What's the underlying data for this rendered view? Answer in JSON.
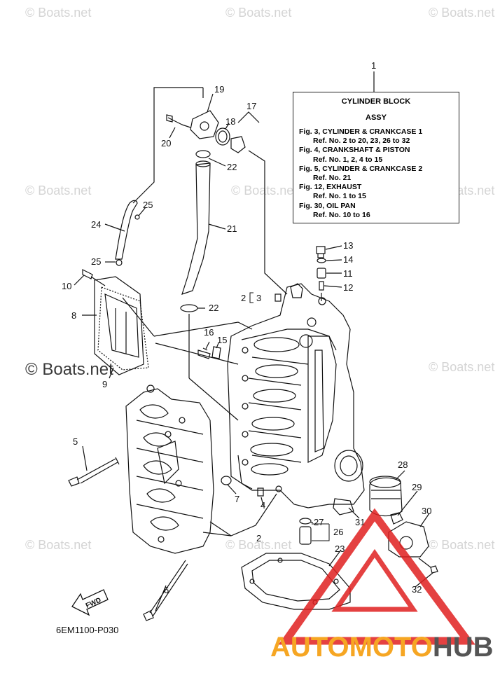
{
  "watermarks": [
    "© Boats.net",
    "© Boats.net",
    "© Boats.net",
    "© Boats.net",
    "© Boats.net",
    "© Boats.net",
    "© Boats.net",
    "© Boats.net",
    "© Boats.net",
    "© Boats.net",
    "© Boats.net"
  ],
  "info_box": {
    "title1": "CYLINDER BLOCK",
    "title2": "ASSY",
    "refs": [
      {
        "fig": "Fig. 3, CYLINDER & CRANKCASE 1",
        "ref": "Ref. No. 2 to 20, 23, 26 to 32"
      },
      {
        "fig": "Fig. 4, CRANKSHAFT & PISTON",
        "ref": "Ref. No. 1, 2, 4 to 15"
      },
      {
        "fig": "Fig. 5, CYLINDER & CRANKCASE 2",
        "ref": "Ref. No. 21"
      },
      {
        "fig": "Fig. 12, EXHAUST",
        "ref": "Ref. No. 1 to 15"
      },
      {
        "fig": "Fig. 30, OIL PAN",
        "ref": "Ref. No. 10 to 16"
      }
    ]
  },
  "part_labels": [
    "1",
    "2",
    "3",
    "4",
    "5",
    "6",
    "7",
    "8",
    "9",
    "10",
    "11",
    "12",
    "13",
    "14",
    "15",
    "16",
    "17",
    "18",
    "19",
    "20",
    "21",
    "22",
    "22",
    "23",
    "24",
    "25",
    "25",
    "26",
    "27",
    "28",
    "29",
    "30",
    "31",
    "32",
    "2"
  ],
  "fwd_label": "FWD",
  "diagram_code": "6EM1100-P030",
  "brand": {
    "part1": "AUTOMOTO",
    "part2": "HUB",
    "color1": "#f6a623",
    "color2": "#555555",
    "logo_color": "#e02020"
  }
}
